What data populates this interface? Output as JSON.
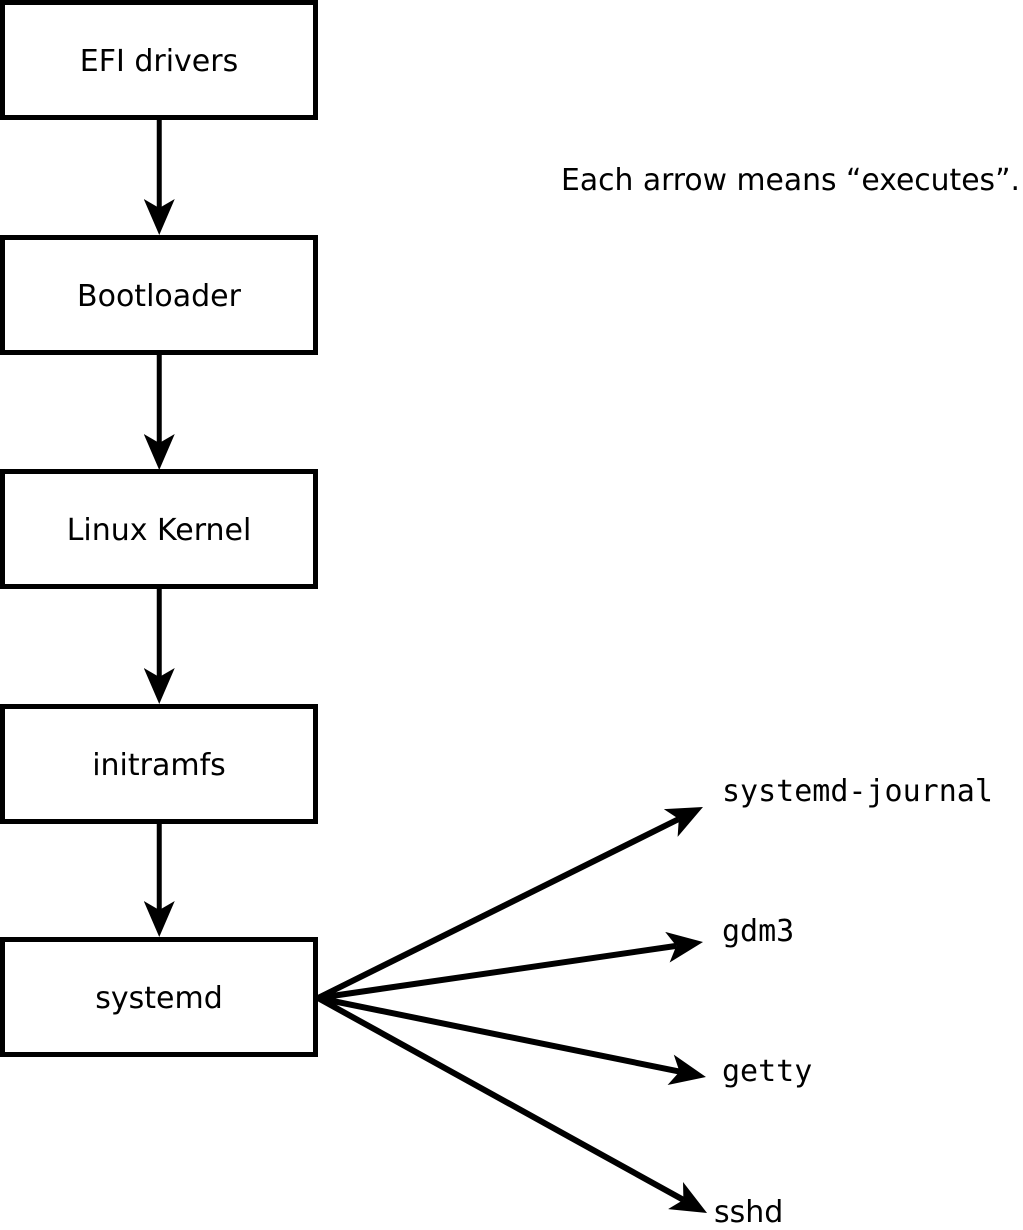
{
  "diagram": {
    "caption": "Each arrow means “executes”.",
    "arrow_meaning": "executes",
    "chain": [
      {
        "label": "EFI drivers"
      },
      {
        "label": "Bootloader"
      },
      {
        "label": "Linux Kernel"
      },
      {
        "label": "initramfs"
      },
      {
        "label": "systemd"
      }
    ],
    "spawned": [
      {
        "label": "systemd-journal"
      },
      {
        "label": "gdm3"
      },
      {
        "label": "getty"
      },
      {
        "label": "sshd"
      }
    ],
    "colors": {
      "ink": "#000000",
      "box_fill": "#ffffff",
      "background": "#ffffff"
    }
  }
}
